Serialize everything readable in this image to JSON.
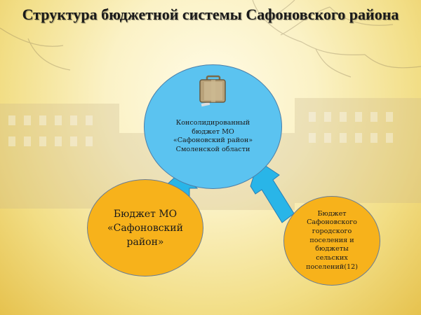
{
  "title": "Структура бюджетной системы Сафоновского района",
  "nodes": {
    "center": {
      "label": "Консолидированный\nбюджет МО\n«Сафоновский район»\nСмоленской области"
    },
    "left": {
      "label": "Бюджет МО\n«Сафоновский\nрайон»"
    },
    "right": {
      "label": "Бюджет\nСафоновского\nгородского\nпоселения и\nбюджеты\nсельских\nпоселений(12)"
    }
  },
  "icons": {
    "center": "briefcase-icon"
  },
  "colors": {
    "center_fill": "#5bc3f0",
    "side_fill": "#f7b21b",
    "arrow_fill": "#29b5e8",
    "background_accent": "#e6c24e"
  }
}
